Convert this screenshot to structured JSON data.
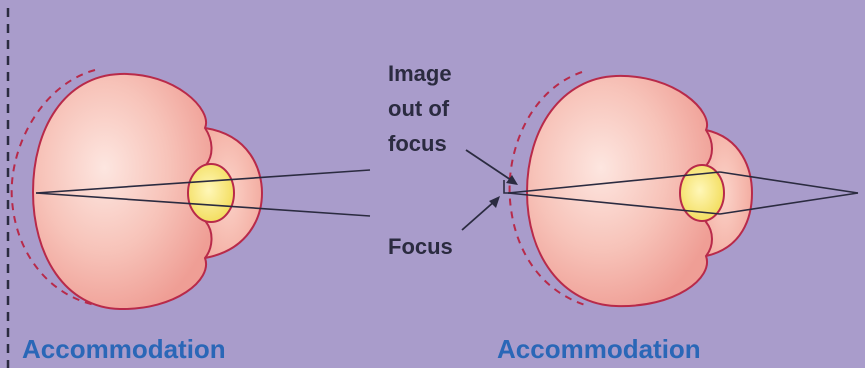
{
  "labels": {
    "image_out_line1": "Image",
    "image_out_line2": "out of",
    "image_out_line3": "focus",
    "focus": "Focus"
  },
  "captions": {
    "left": "Accommodation",
    "right": "Accommodation"
  },
  "colors": {
    "background": "#a99ccb",
    "eyeball_fill": "#f5b8b0",
    "eyeball_stroke": "#b82a4a",
    "lens_fill": "#f7e87a",
    "caption": "#2a67b7",
    "label": "#2b2b40"
  }
}
